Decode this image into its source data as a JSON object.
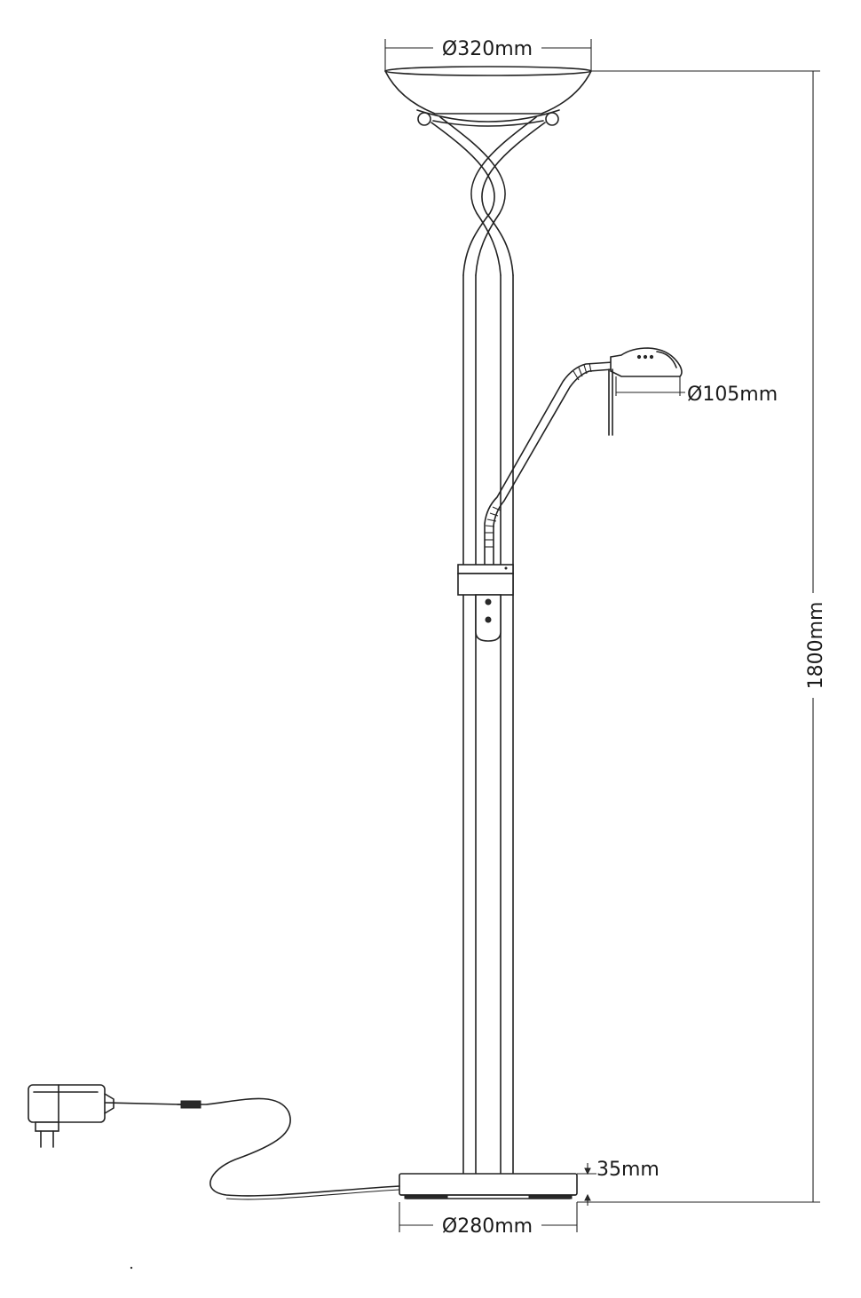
{
  "dimensions": {
    "top_diameter": "Ø320mm",
    "reading_lamp_diameter": "Ø105mm",
    "height": "1800mm",
    "base_height": "35mm",
    "base_diameter": "Ø280mm"
  },
  "colors": {
    "line": "#222222",
    "background": "#ffffff"
  }
}
